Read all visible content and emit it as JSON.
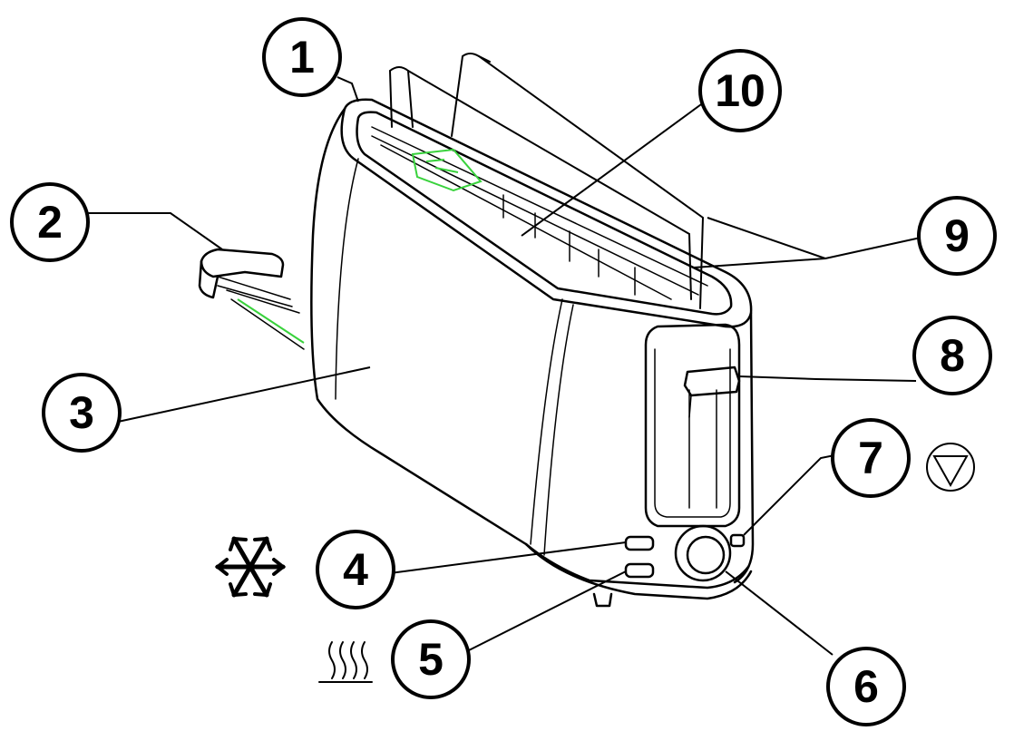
{
  "callouts": [
    {
      "id": "1",
      "label": "1"
    },
    {
      "id": "2",
      "label": "2"
    },
    {
      "id": "3",
      "label": "3"
    },
    {
      "id": "4",
      "label": "4"
    },
    {
      "id": "5",
      "label": "5"
    },
    {
      "id": "6",
      "label": "6"
    },
    {
      "id": "7",
      "label": "7"
    },
    {
      "id": "8",
      "label": "8"
    },
    {
      "id": "9",
      "label": "9"
    },
    {
      "id": "10",
      "label": "10"
    }
  ],
  "symbols": {
    "defrost": "snowflake-icon",
    "reheat": "heat-waves-icon",
    "cancel": "stop-triangle-icon"
  },
  "colors": {
    "line": "#000000",
    "background": "#ffffff",
    "highlight": "#39d23c"
  }
}
